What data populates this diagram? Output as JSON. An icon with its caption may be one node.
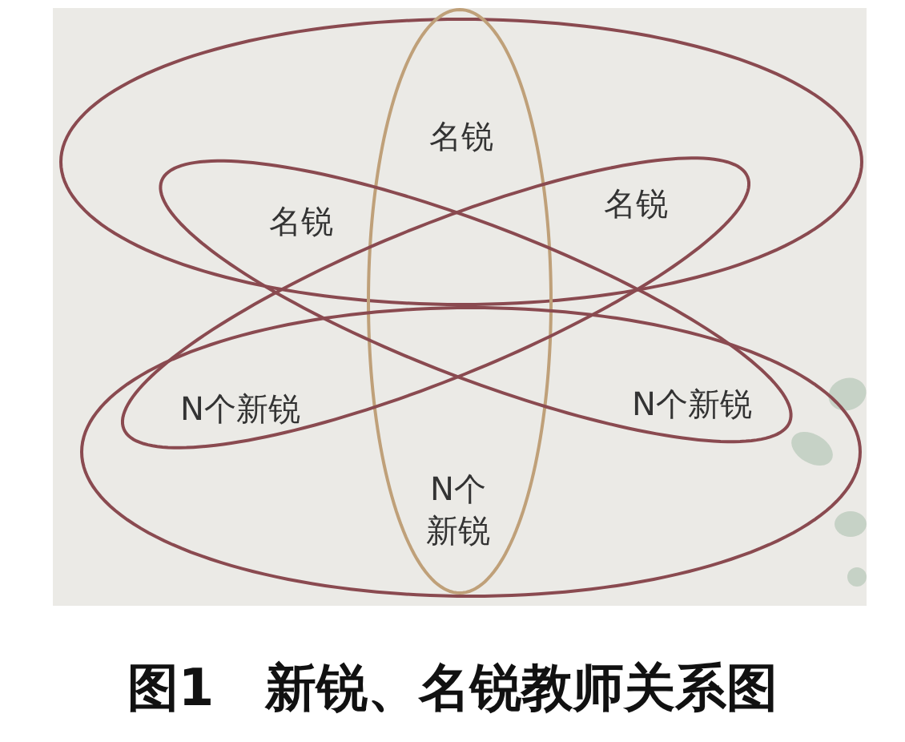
{
  "diagram": {
    "caption": "图1　新锐、名锐教师关系图",
    "nodes": [
      {
        "text": [],
        "shape": "ellipse"
      },
      {
        "text": [
          "名锐",
          "N个新锐"
        ]
      },
      {
        "text": [
          "名锐",
          "N个新锐"
        ]
      },
      {
        "text": [
          "名锐",
          "N个新锐"
        ]
      },
      {
        "text": [],
        "shape": "ellipse"
      }
    ]
  }
}
